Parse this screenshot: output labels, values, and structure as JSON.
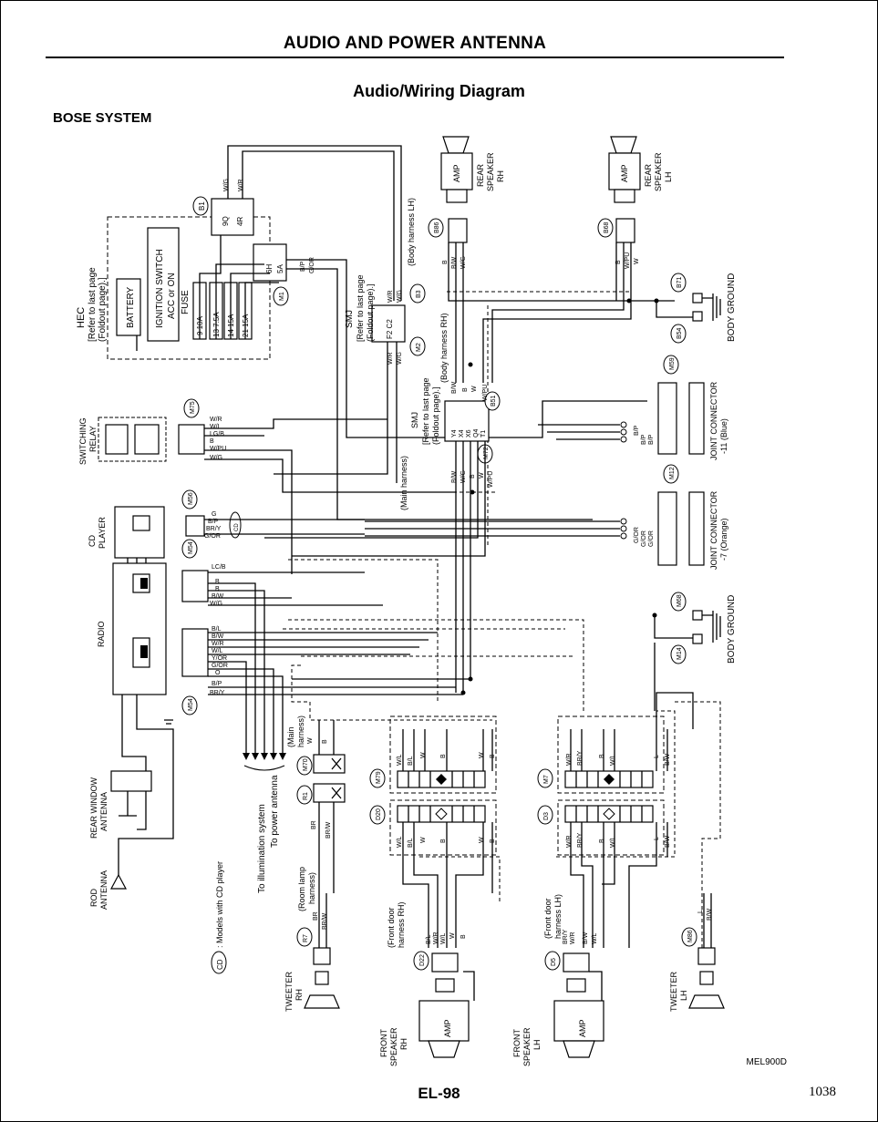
{
  "header": {
    "title": "AUDIO AND POWER ANTENNA",
    "subtitle": "Audio/Wiring Diagram",
    "section": "BOSE SYSTEM"
  },
  "footer": {
    "page_code": "EL-98",
    "page_number": "1038",
    "ref_code": "MEL900D"
  },
  "labels": {
    "hec": "HEC",
    "hec_ref1": "[Refer to last page",
    "hec_ref2": "(Foldout page).]",
    "battery": "BATTERY",
    "ign1": "IGNITION SWITCH",
    "ign2": "ACC or ON",
    "fuse": "FUSE",
    "f1": "9 10A",
    "f2": "13 7.5A",
    "f3": "14 15A",
    "f4": "21 15A",
    "c_b1": "B1",
    "c_9q": "9Q",
    "c_4r": "4R",
    "c_6h": "6H",
    "c_5a": "5A",
    "c_m1": "M1",
    "smj": "SMJ",
    "smj_ref1": "[Refer to last page",
    "smj_ref2": "(Foldout page).]",
    "f2c2": "F2 C2",
    "c_b3": "B3",
    "c_m2": "M2",
    "body_lh": "(Body harness LH)",
    "body_rh": "(Body harness RH)",
    "smj2_ref1": "[Refer to last page",
    "smj2_ref2": "(Foldout page).]",
    "c_b51": "B51",
    "c_m72": "M72",
    "main_h": "(Main harness)",
    "rear_rh1": "REAR",
    "rear_rh2": "SPEAKER",
    "rear_rh3": "RH",
    "rear_lh1": "REAR",
    "rear_lh2": "SPEAKER",
    "rear_lh3": "LH",
    "amp": "AMP",
    "c_b86": "B86",
    "c_b68": "B68",
    "c_b71": "B71",
    "c_b54": "B54",
    "bg1": "BODY GROUND",
    "c_m59": "M59",
    "jc1a": "JOINT CONNECTOR",
    "jc1b": "-11 (Blue)",
    "c_m12": "M12",
    "jc2a": "JOINT CONNECTOR",
    "jc2b": "-7 (Orange)",
    "c_m68": "M68",
    "c_m14": "M14",
    "bg2": "BODY GROUND",
    "switching": "SWITCHING",
    "relay": "RELAY",
    "c_m75": "M75",
    "cd1": "CD",
    "cd2": "PLAYER",
    "c_m56": "M56",
    "c_m54": "M54",
    "radio": "RADIO",
    "cd_mark": "CD",
    "rear_win1": "REAR WINDOW",
    "rear_win2": "ANTENNA",
    "rod1": "ROD",
    "rod2": "ANTENNA",
    "cd_note": ": Models with CD player",
    "illum": "To illumination system",
    "pwr_ant": "To power antenna",
    "room1": "(Room lamp",
    "room2": "harness)",
    "mainh2a": "(Main",
    "mainh2b": "harness)",
    "c_m70": "M70",
    "c_r1": "R1",
    "c_m79": "M79",
    "c_d20": "D20",
    "c_m7": "M7",
    "c_d3": "D3",
    "fdh_rh1": "(Front door",
    "fdh_rh2": "harness RH)",
    "fdh_lh1": "(Front door",
    "fdh_lh2": "harness LH)",
    "tw_rh1": "TWEETER",
    "tw_rh2": "RH",
    "c_r7": "R7",
    "tw_lh1": "TWEETER",
    "tw_lh2": "LH",
    "c_m86": "M86",
    "fs_rh1": "FRONT",
    "fs_rh2": "SPEAKER",
    "fs_rh3": "RH",
    "c_d22": "D22",
    "fs_lh1": "FRONT",
    "fs_lh2": "SPEAKER",
    "fs_lh3": "LH",
    "c_d5": "D5"
  },
  "wires": {
    "wg": "W/G",
    "wr": "W/R",
    "bp": "B/P",
    "gor": "G/OR",
    "wpu": "W/PU",
    "wl": "W/L",
    "lgb": "LG/B",
    "b": "B",
    "w": "W",
    "bw": "B/W",
    "bl": "B/L",
    "y1": "Y4",
    "y2": "X4",
    "y3": "X6",
    "y4": "Q4",
    "y5": "T1",
    "g": "G",
    "bry": "BR/Y",
    "lcb": "LC/B",
    "yor": "Y/OR",
    "o": "O",
    "br": "BR",
    "brw": "BR/W",
    "l": "L"
  }
}
